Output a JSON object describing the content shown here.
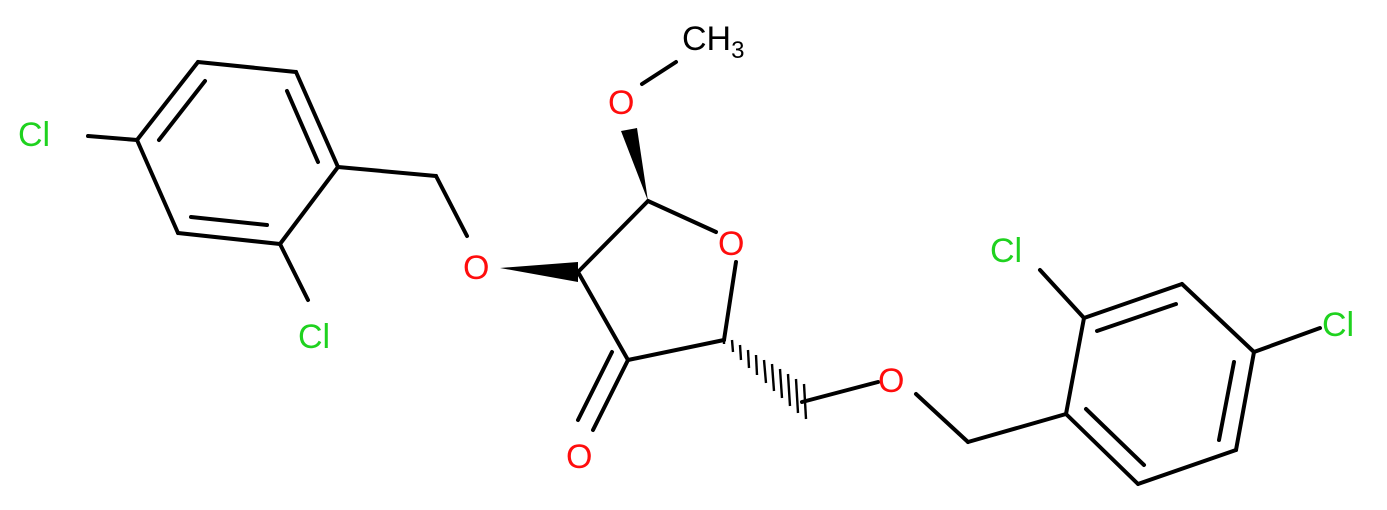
{
  "molecule": {
    "atoms": {
      "cl_left_top": "Cl",
      "cl_left_bottom": "Cl",
      "o_left_ether": "O",
      "o_ring": "O",
      "o_methoxy": "O",
      "methyl": "CH",
      "methyl_sub": "3",
      "o_ketone": "O",
      "o_right_ether": "O",
      "cl_right_top": "Cl",
      "cl_right_right": "Cl"
    },
    "colors": {
      "bond": "#000000",
      "oxygen": "#ff0d0d",
      "chlorine": "#1fd21f",
      "carbon_label": "#000000"
    }
  }
}
